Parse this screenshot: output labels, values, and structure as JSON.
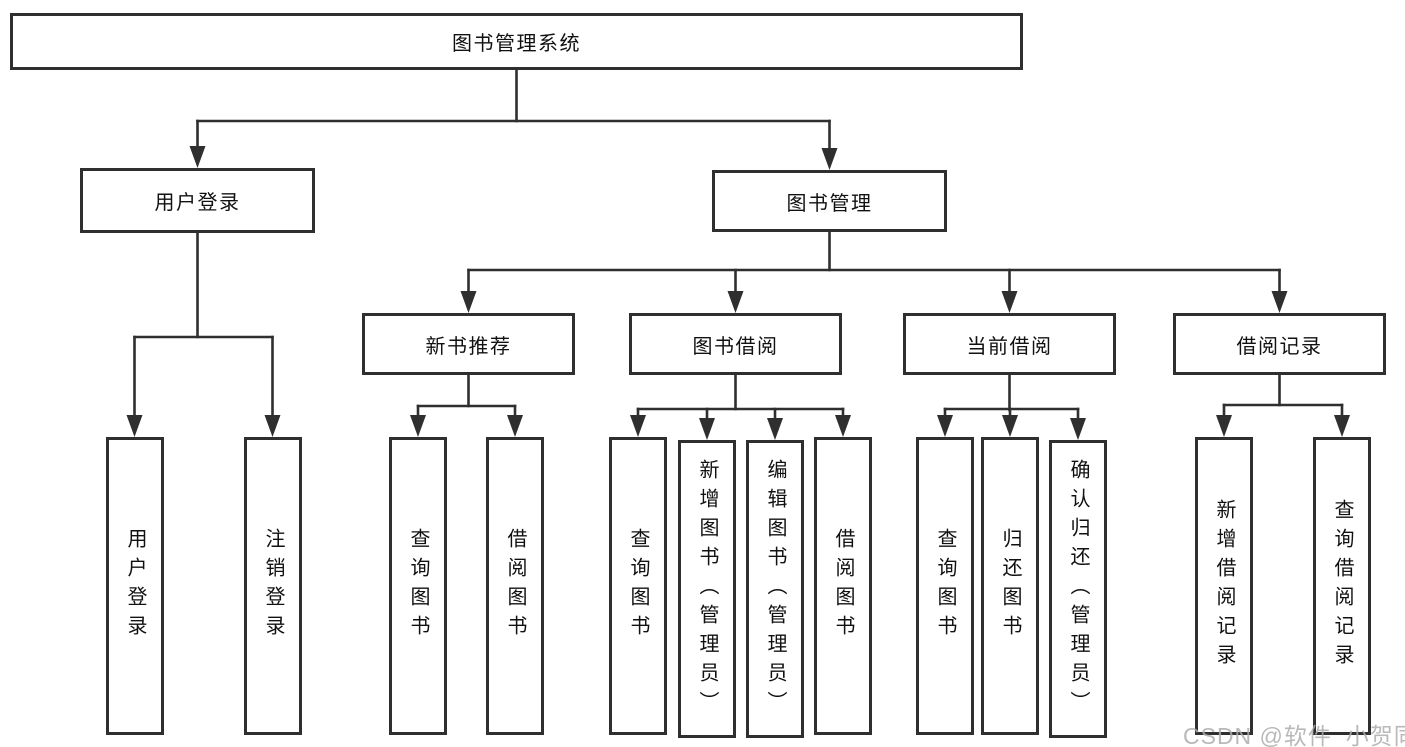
{
  "tree": {
    "root": {
      "label": "图书管理系统"
    },
    "branches": [
      {
        "label": "用户登录",
        "children": [
          {
            "label": "用户登录"
          },
          {
            "label": "注销登录"
          }
        ]
      },
      {
        "label": "图书管理",
        "children": [
          {
            "label": "新书推荐",
            "children": [
              {
                "label": "查询图书"
              },
              {
                "label": "借阅图书"
              }
            ]
          },
          {
            "label": "图书借阅",
            "children": [
              {
                "label": "查询图书"
              },
              {
                "label": "新增图书（管理员）"
              },
              {
                "label": "编辑图书（管理员）"
              },
              {
                "label": "借阅图书"
              }
            ]
          },
          {
            "label": "当前借阅",
            "children": [
              {
                "label": "查询图书"
              },
              {
                "label": "归还图书"
              },
              {
                "label": "确认归还（管理员）"
              }
            ]
          },
          {
            "label": "借阅记录",
            "children": [
              {
                "label": "新增借阅记录"
              },
              {
                "label": "查询借阅记录"
              }
            ]
          }
        ]
      }
    ]
  },
  "watermark": {
    "text": "CSDN @软件_小贺同学"
  },
  "colors": {
    "line": "#2f2f2f",
    "box_border": "#2f2f2f",
    "text": "#111111",
    "background": "#ffffff",
    "watermark": "#aeacac"
  }
}
